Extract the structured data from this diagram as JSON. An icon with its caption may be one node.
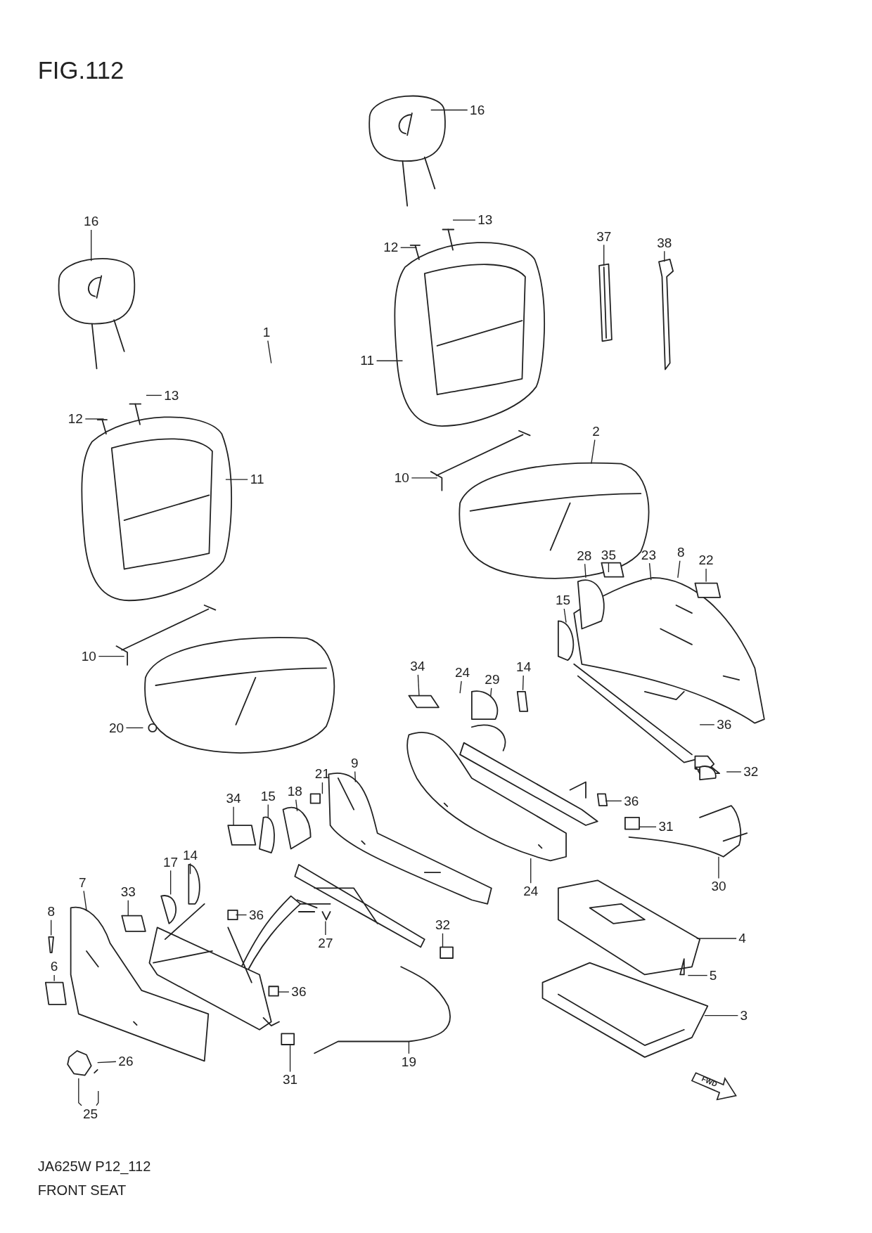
{
  "diagram": {
    "title": "FIG.112",
    "nodes": [
      {
        "text": [
          "16"
        ]
      },
      {
        "text": [
          "13"
        ]
      },
      {
        "text": [
          "12"
        ]
      },
      {
        "text": [
          "16"
        ]
      },
      {
        "text": [
          "37"
        ]
      },
      {
        "text": [
          "38"
        ]
      },
      {
        "text": [
          "11"
        ]
      },
      {
        "text": [
          "13"
        ]
      },
      {
        "text": [
          "12"
        ]
      },
      {
        "text": [
          "2"
        ]
      },
      {
        "text": [
          "10"
        ]
      },
      {
        "text": [
          "11"
        ]
      },
      {
        "text": [
          "1"
        ]
      },
      {
        "text": [
          "23"
        ]
      },
      {
        "text": [
          "8"
        ]
      },
      {
        "text": [
          "28"
        ]
      },
      {
        "text": [
          "35"
        ]
      },
      {
        "text": [
          "22"
        ]
      },
      {
        "text": [
          "15"
        ]
      },
      {
        "text": [
          "10"
        ]
      },
      {
        "text": [
          "34"
        ]
      },
      {
        "text": [
          "14"
        ]
      },
      {
        "text": [
          "24"
        ]
      },
      {
        "text": [
          "29"
        ]
      },
      {
        "text": [
          "36"
        ]
      },
      {
        "text": [
          "20"
        ]
      },
      {
        "text": [
          "9"
        ]
      },
      {
        "text": [
          "32"
        ]
      },
      {
        "text": [
          "21"
        ]
      },
      {
        "text": [
          "18"
        ]
      },
      {
        "text": [
          "15"
        ]
      },
      {
        "text": [
          "34"
        ]
      },
      {
        "text": [
          "36"
        ]
      },
      {
        "text": [
          "31"
        ]
      },
      {
        "text": [
          "14"
        ]
      },
      {
        "text": [
          "17"
        ]
      },
      {
        "text": [
          "7"
        ]
      },
      {
        "text": [
          "30"
        ]
      },
      {
        "text": [
          "24"
        ]
      },
      {
        "text": [
          "33"
        ]
      },
      {
        "text": [
          "8"
        ]
      },
      {
        "text": [
          "36"
        ]
      },
      {
        "text": [
          "32"
        ]
      },
      {
        "text": [
          "27"
        ]
      },
      {
        "text": [
          "4"
        ]
      },
      {
        "text": [
          "6"
        ]
      },
      {
        "text": [
          "5"
        ]
      },
      {
        "text": [
          "36"
        ]
      },
      {
        "text": [
          "3"
        ]
      },
      {
        "text": [
          "19"
        ]
      },
      {
        "text": [
          "26"
        ]
      },
      {
        "text": [
          "31"
        ]
      },
      {
        "text": [
          "25"
        ]
      }
    ],
    "edges": [
      {
        "from": 0,
        "to": null,
        "arrow": "none"
      },
      {
        "from": 1,
        "to": null,
        "arrow": "none"
      },
      {
        "from": 2,
        "to": null,
        "arrow": "none"
      },
      {
        "from": 3,
        "to": null,
        "arrow": "none"
      },
      {
        "from": 4,
        "to": null,
        "arrow": "none"
      },
      {
        "from": 5,
        "to": null,
        "arrow": "none"
      },
      {
        "from": 6,
        "to": null,
        "arrow": "none"
      },
      {
        "from": 7,
        "to": null,
        "arrow": "none"
      },
      {
        "from": 8,
        "to": null,
        "arrow": "none"
      },
      {
        "from": 9,
        "to": null,
        "arrow": "none"
      },
      {
        "from": 10,
        "to": null,
        "arrow": "none"
      },
      {
        "from": 11,
        "to": null,
        "arrow": "none"
      },
      {
        "from": 12,
        "to": null,
        "arrow": "none"
      },
      {
        "from": 13,
        "to": null,
        "arrow": "none"
      },
      {
        "from": 14,
        "to": null,
        "arrow": "none"
      },
      {
        "from": 15,
        "to": null,
        "arrow": "none"
      },
      {
        "from": 16,
        "to": null,
        "arrow": "none"
      },
      {
        "from": 17,
        "to": null,
        "arrow": "none"
      },
      {
        "from": 18,
        "to": null,
        "arrow": "none"
      },
      {
        "from": 19,
        "to": null,
        "arrow": "none"
      },
      {
        "from": 20,
        "to": null,
        "arrow": "none"
      },
      {
        "from": 21,
        "to": null,
        "arrow": "none"
      },
      {
        "from": 22,
        "to": null,
        "arrow": "none"
      },
      {
        "from": 23,
        "to": null,
        "arrow": "none"
      },
      {
        "from": 24,
        "to": null,
        "arrow": "none"
      },
      {
        "from": 25,
        "to": null,
        "arrow": "none"
      },
      {
        "from": 26,
        "to": null,
        "arrow": "none"
      },
      {
        "from": 27,
        "to": null,
        "arrow": "none"
      },
      {
        "from": 28,
        "to": null,
        "arrow": "none"
      },
      {
        "from": 29,
        "to": null,
        "arrow": "none"
      },
      {
        "from": 30,
        "to": null,
        "arrow": "none"
      },
      {
        "from": 31,
        "to": null,
        "arrow": "none"
      },
      {
        "from": 32,
        "to": null,
        "arrow": "none"
      },
      {
        "from": 33,
        "to": null,
        "arrow": "none"
      },
      {
        "from": 34,
        "to": null,
        "arrow": "none"
      },
      {
        "from": 35,
        "to": null,
        "arrow": "none"
      },
      {
        "from": 36,
        "to": null,
        "arrow": "none"
      },
      {
        "from": 37,
        "to": null,
        "arrow": "none"
      },
      {
        "from": 38,
        "to": null,
        "arrow": "none"
      },
      {
        "from": 39,
        "to": null,
        "arrow": "none"
      },
      {
        "from": 40,
        "to": null,
        "arrow": "none"
      },
      {
        "from": 41,
        "to": null,
        "arrow": "none"
      },
      {
        "from": 42,
        "to": null,
        "arrow": "none"
      },
      {
        "from": 43,
        "to": null,
        "arrow": "none"
      },
      {
        "from": 44,
        "to": null,
        "arrow": "none"
      },
      {
        "from": 45,
        "to": null,
        "arrow": "none"
      },
      {
        "from": 46,
        "to": null,
        "arrow": "none"
      },
      {
        "from": 47,
        "to": null,
        "arrow": "none"
      },
      {
        "from": 48,
        "to": null,
        "arrow": "none"
      },
      {
        "from": 49,
        "to": null,
        "arrow": "none"
      },
      {
        "from": 50,
        "to": null,
        "arrow": "none"
      },
      {
        "from": 51,
        "to": null,
        "arrow": "none"
      },
      {
        "from": 52,
        "to": null,
        "arrow": "none"
      },
      {
        "from": 52,
        "to": null,
        "arrow": "none"
      }
    ],
    "labels": [
      "FWD",
      "JA625W P12_112",
      "FRONT SEAT"
    ]
  }
}
